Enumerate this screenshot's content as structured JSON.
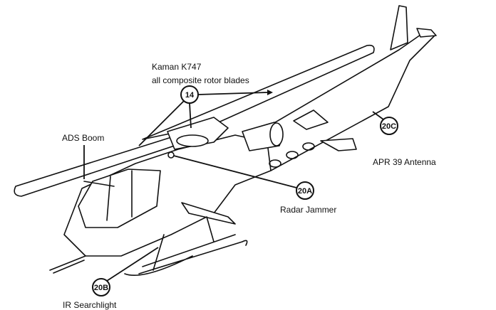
{
  "callouts": [
    {
      "id": "14",
      "label_line1": "Kaman K747",
      "label_line2": "all composite rotor blades"
    },
    {
      "id": "ads",
      "label": "ADS Boom"
    },
    {
      "id": "20A",
      "label": "Radar Jammer"
    },
    {
      "id": "20C",
      "label": "APR 39 Antenna"
    },
    {
      "id": "20B",
      "label": "IR Searchlight"
    }
  ],
  "colors": {
    "ink": "#111111",
    "background": "#ffffff"
  }
}
